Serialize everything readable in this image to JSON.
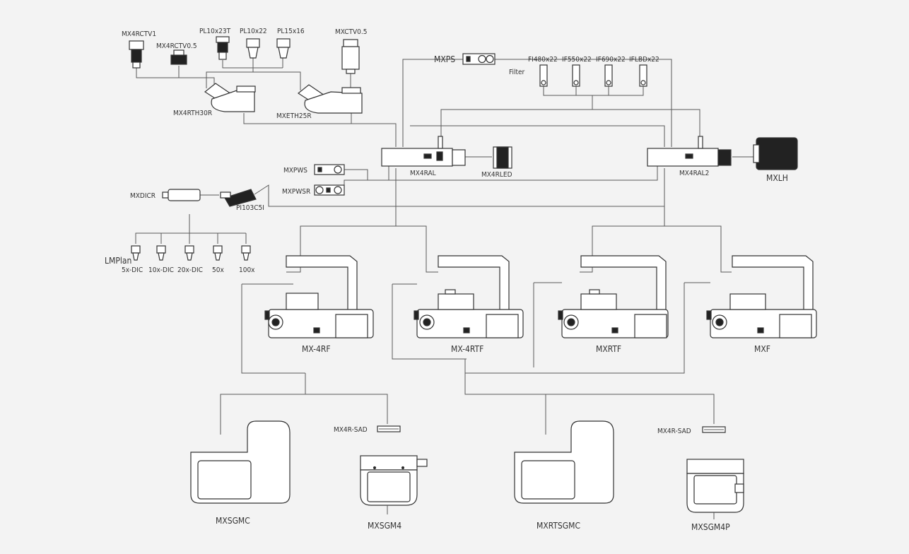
{
  "colors": {
    "background": "#f3f3f3",
    "line": "#5a5a5a",
    "device": "#333333"
  },
  "labels": {
    "mx4rctv1": "MX4RCTV1",
    "mx4rctv05": "MX4RCTV0.5",
    "pl10x23t": "PL10x23T",
    "pl10x22": "PL10x22",
    "pl15x16": "PL15x16",
    "mxctv05": "MXCTV0.5",
    "mx4rth30r": "MX4RTH30R",
    "mxeth25r": "MXETH25R",
    "mxps": "MXPS",
    "filter": "Filter",
    "fi480": "FI480x22",
    "if550": "IF550x22",
    "if690": "IF690x22",
    "iflbd": "IFLBDx22",
    "mx4ral": "MX4RAL",
    "mx4rled": "MX4RLED",
    "mx4ral2": "MX4RAL2",
    "mxlh": "MXLH",
    "mxpws": "MXPWS",
    "mxpwsr": "MXPWSR",
    "mxdicr": "MXDICR",
    "pi103c5i": "PI103C5I",
    "lmplan": "LMPlan",
    "obj5x": "5x-DIC",
    "obj10x": "10x-DIC",
    "obj20x": "20x-DIC",
    "obj50x": "50x",
    "obj100x": "100x",
    "mx4rf": "MX-4RF",
    "mx4rtf": "MX-4RTF",
    "mxrtf": "MXRTF",
    "mxf": "MXF",
    "mx4rsad1": "MX4R-SAD",
    "mx4rsad2": "MX4R-SAD",
    "mxsgmc": "MXSGMC",
    "mxsgm4": "MXSGM4",
    "mxrtsgmc": "MXRTSGMC",
    "mxsgm4p": "MXSGM4P"
  }
}
